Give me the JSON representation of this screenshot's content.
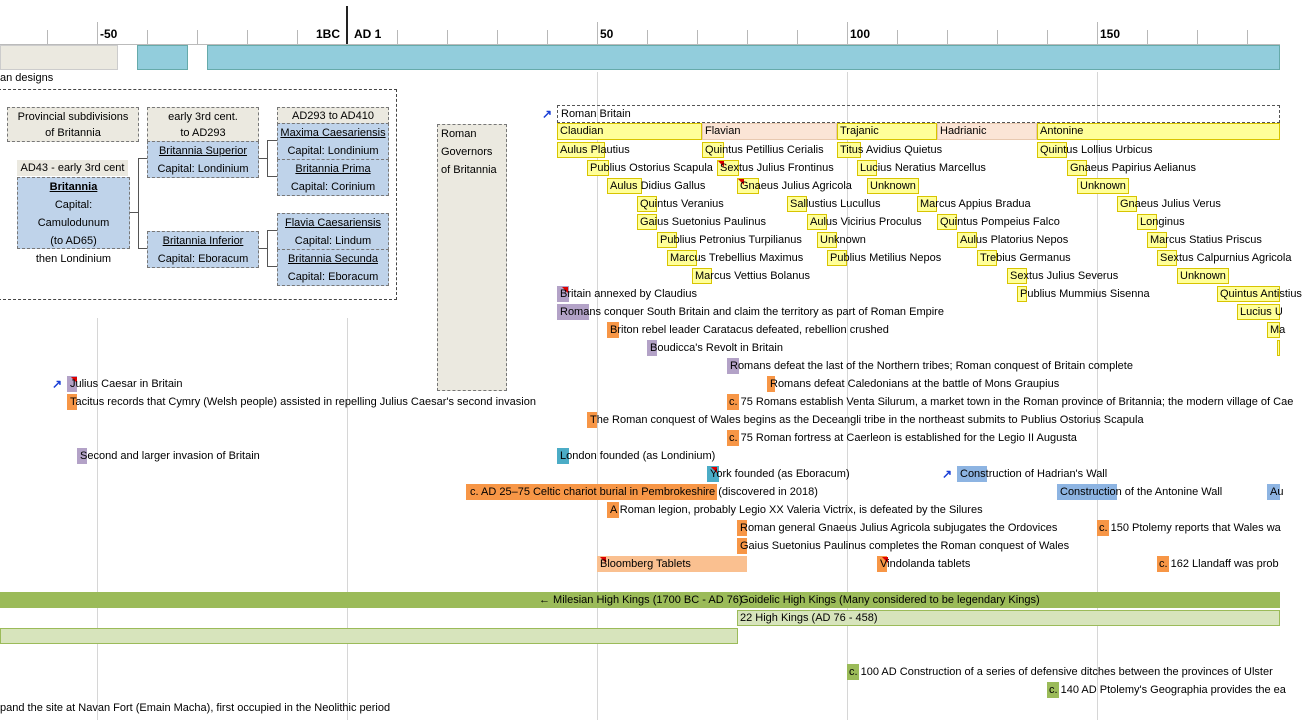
{
  "ruler": {
    "labels": [
      "-50",
      "1BC",
      "AD 1",
      "50",
      "100",
      "150"
    ]
  },
  "top_strip": {
    "designs_label": "an designs"
  },
  "provinces": {
    "col1_header": "Provincial subdivisions\nof Britannia",
    "col2_header": "early 3rd cent.\nto AD293",
    "col3_header": "AD293 to AD410",
    "britannia_period": "AD43 - early 3rd cent",
    "britannia_name": "Britannia",
    "britannia_capital": "Capital: Camulodunum\n(to AD65)\nthen Londinium",
    "superior_name": "Britannia Superior",
    "superior_capital": "Capital: Londinium",
    "inferior_name": "Britannia Inferior",
    "inferior_capital": "Capital: Eboracum",
    "maxima_name": "Maxima Caesariensis",
    "maxima_capital": "Capital: Londinium",
    "prima_name": "Britannia Prima",
    "prima_capital": "Capital: Corinium",
    "flavia_name": "Flavia Caesariensis",
    "flavia_capital": "Capital: Lindum",
    "secunda_name": "Britannia Secunda",
    "secunda_capital": "Capital: Eboracum"
  },
  "governors_box": {
    "title": "Roman\nGovernors\nof Britannia"
  },
  "roman_britain": {
    "header": "Roman Britain",
    "dynasties": [
      "Claudian",
      "Flavian",
      "Trajanic",
      "Hadrianic",
      "Antonine"
    ]
  },
  "governors": [
    "Aulus Plautius",
    "Quintus Petillius Cerialis",
    "Titus Avidius Quietus",
    "Quintus Lollius Urbicus",
    "Publius Ostorius Scapula",
    "Sextus Julius Frontinus",
    "Lucius Neratius Marcellus",
    "Gnaeus Papirius Aelianus",
    "Aulus Didius Gallus",
    "Gnaeus Julius Agricola",
    "Unknown",
    "Unknown",
    "Quintus Veranius",
    "Sallustius Lucullus",
    "Marcus Appius Bradua",
    "Gnaeus Julius Verus",
    "Gaius Suetonius Paulinus",
    "Aulus Vicirius Proculus",
    "Quintus Pompeius Falco",
    "Longinus",
    "Publius Petronius Turpilianus",
    "Unknown",
    "Aulus Platorius Nepos",
    "Marcus Statius Priscus",
    "Marcus Trebellius Maximus",
    "Publius Metilius Nepos",
    "Trebius Germanus",
    "Sextus Calpurnius Agricola",
    "Marcus Vettius Bolanus",
    "Sextus Julius Severus",
    "Unknown",
    "Publius Mummius Sisenna",
    "Quintus Antistius",
    "Lucius U",
    "Ma"
  ],
  "events": [
    "Britain annexed by Claudius",
    "Romans conquer South Britain and claim the territory as part of Roman Empire",
    "Briton rebel leader Caratacus defeated, rebellion crushed",
    "Boudicca's Revolt in Britain",
    "Romans defeat the last of the Northern tribes; Roman conquest of Britain complete",
    "Romans defeat Caledonians at the battle of Mons Graupius",
    "Julius Caesar in Britain",
    "Tacitus records that Cymry (Welsh people) assisted in repelling Julius Caesar's second invasion",
    "c. 75 Romans establish Venta Silurum, a market town in the Roman province of Britannia; the modern village of Cae",
    "The Roman conquest of Wales begins as the Deceangli tribe in the northeast submits to Publius Ostorius Scapula",
    "c. 75 Roman fortress at Caerleon is established for the Legio II Augusta",
    "Second and larger invasion of Britain",
    "London founded (as Londinium)",
    "York founded (as Eboracum)",
    "Construction of Hadrian's Wall",
    "c. AD 25–75 Celtic chariot burial in Pembrokeshire (discovered in 2018)",
    "Construction of the Antonine Wall",
    "Au",
    "A Roman legion, probably Legio XX Valeria Victrix, is defeated by the Silures",
    "Roman general Gnaeus Julius Agricola subjugates the Ordovices",
    "c. 150 Ptolemy reports that Wales wa",
    "Gaius Suetonius Paulinus completes the Roman conquest of Wales",
    "Bloomberg Tablets",
    "Vindolanda tablets",
    "c. 162 Llandaff was prob"
  ],
  "ireland": {
    "milesian": "← Milesian High Kings (1700 BC - AD 76)",
    "goidelic": "Goidelic High Kings (Many considered to be legendary Kings)",
    "high_kings": "22 High Kings (AD 76 - 458)",
    "ulster": "c. 100 AD Construction of a series of defensive ditches between the provinces of Ulster",
    "ptolemy": "c. 140 AD Ptolemy's Geographia provides the ea",
    "navan": "pand the site at Navan Fort (Emain Macha), first occupied in the Neolithic period"
  },
  "colors": {
    "ruler_accent": "#222222",
    "sky": "#92cddc",
    "yellow": "#ffff99",
    "orange": "#f79646",
    "orange_light": "#fac090",
    "purple": "#b3a2c7",
    "teal": "#4bacc6",
    "blue": "#8db4e2",
    "green": "#9bbb59",
    "green_light": "#d7e4bc",
    "dynasty": "#fbe5d6",
    "link": "#1a3fd6",
    "flag": "#dd0000"
  },
  "icons": [
    "link-arrow-icon",
    "red-flag-icon",
    "left-arrow-icon"
  ]
}
